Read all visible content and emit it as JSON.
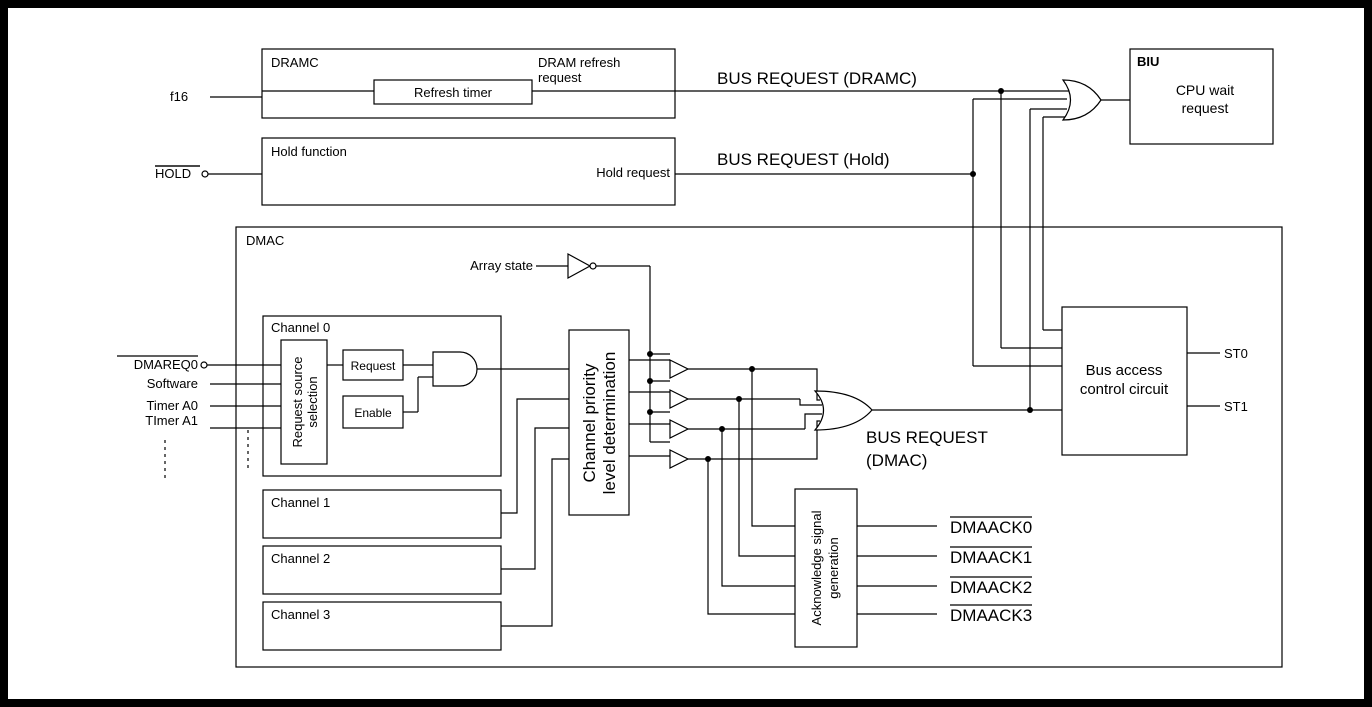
{
  "dramc": {
    "title": "DRAMC",
    "refresh_timer": "Refresh timer",
    "refresh_request_line1": "DRAM refresh",
    "refresh_request_line2": "request",
    "clock_input": "f16"
  },
  "hold": {
    "title": "Hold function",
    "request": "Hold request",
    "input": "HOLD"
  },
  "biu": {
    "title": "BIU",
    "line1": "CPU wait",
    "line2": "request"
  },
  "bus_requests": {
    "dramc": "BUS REQUEST (DRAMC)",
    "hold": "BUS REQUEST (Hold)",
    "dmac_line1": "BUS REQUEST",
    "dmac_line2": "(DMAC)"
  },
  "dmac": {
    "title": "DMAC",
    "array_state": "Array state",
    "channels": [
      "Channel 0",
      "Channel 1",
      "Channel 2",
      "Channel 3"
    ],
    "request": "Request",
    "enable": "Enable",
    "request_source_line1": "Request source",
    "request_source_line2": "selection",
    "priority_line1": "Channel priority",
    "priority_line2": "level determination",
    "ack_line1": "Acknowledge signal",
    "ack_line2": "generation",
    "inputs": [
      "DMAREQ0",
      "Software",
      "Timer A0",
      "TImer A1"
    ]
  },
  "bus_access": {
    "line1": "Bus access",
    "line2": "control circuit",
    "outputs": [
      "ST0",
      "ST1"
    ]
  },
  "acks": [
    "DMAACK0",
    "DMAACK1",
    "DMAACK2",
    "DMAACK3"
  ]
}
